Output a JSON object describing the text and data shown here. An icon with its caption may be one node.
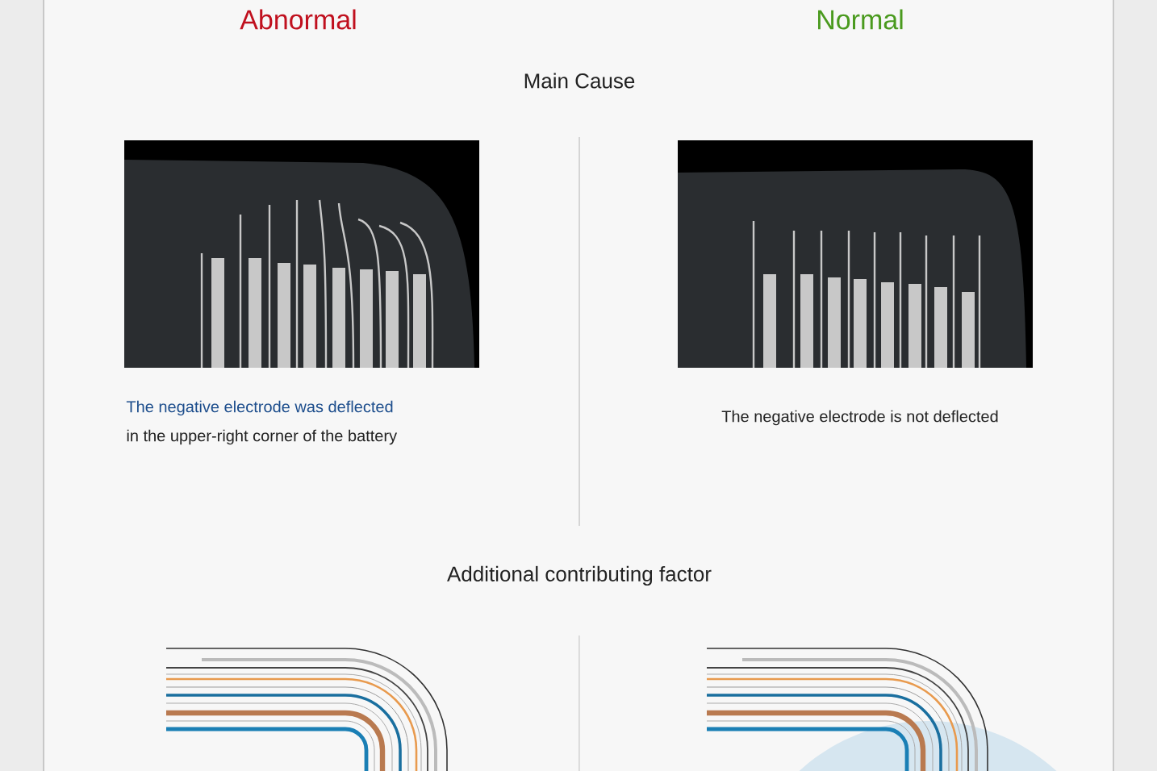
{
  "diagram": {
    "labels": [
      "Abnormal",
      "Normal",
      "Main Cause",
      "The negative electrode was deflected",
      "in the upper-right corner of the battery",
      "The negative electrode is not deflected",
      "Additional contributing factor"
    ]
  }
}
